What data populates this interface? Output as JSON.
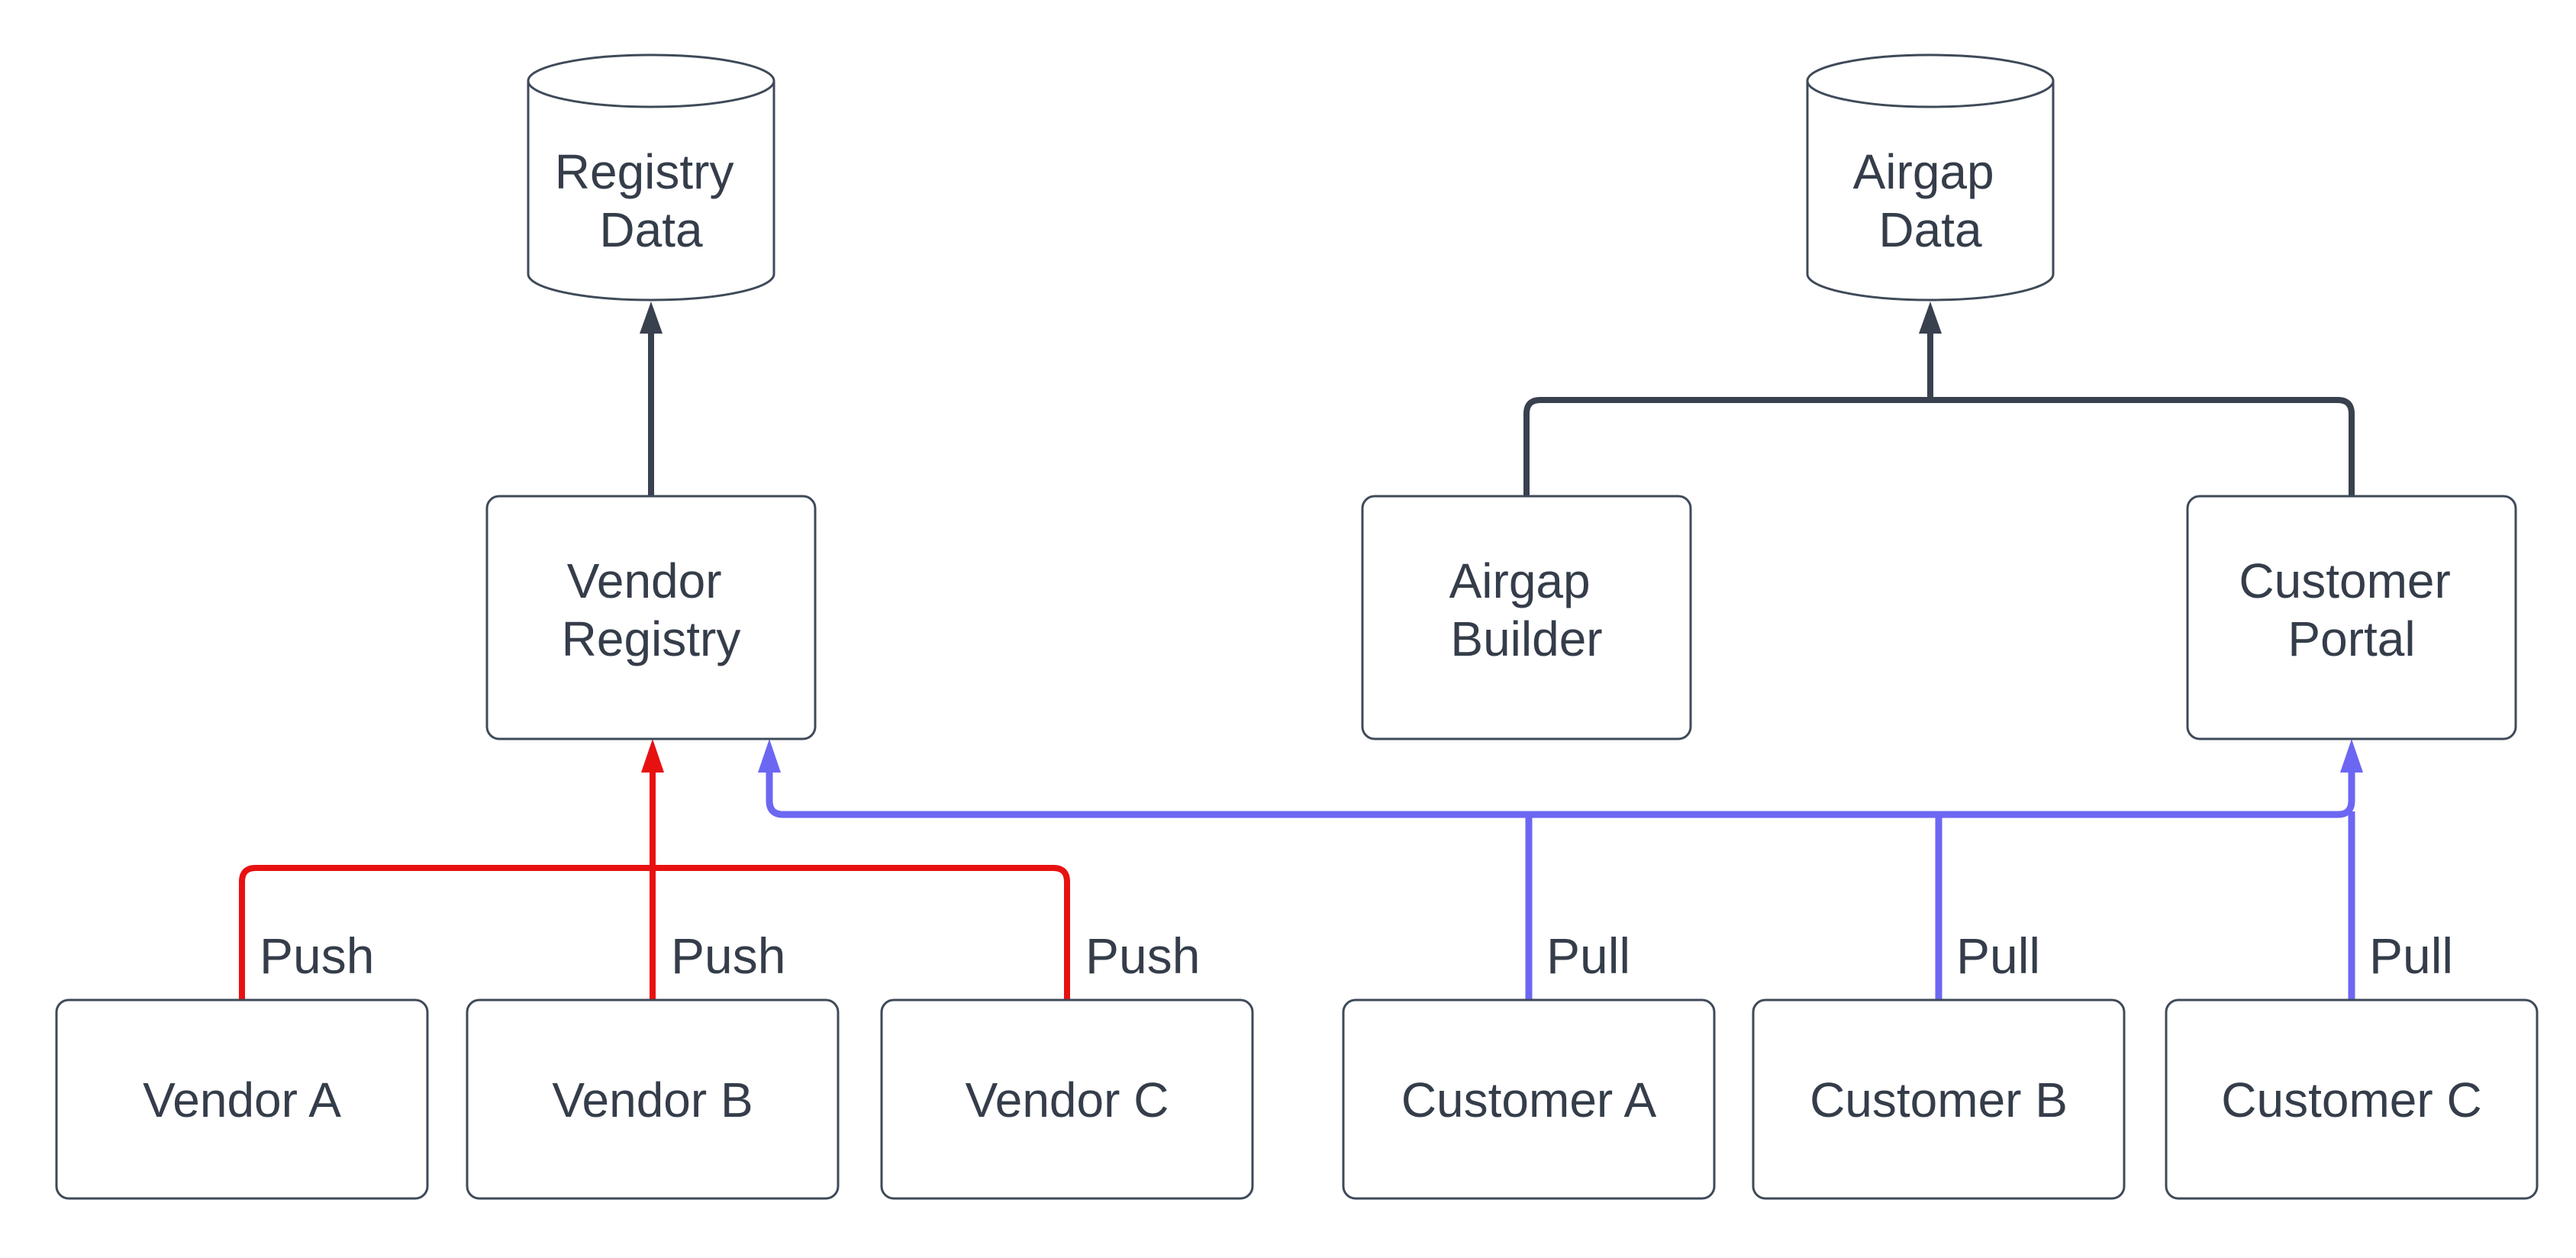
{
  "diagram_type": "flowchart",
  "colors": {
    "background": "#ffffff",
    "push-edge": "#e81111",
    "pull-edge": "#6c67f2",
    "flow-edge": "#39404e",
    "node-border": "#3f4a59",
    "text": "#353d4a"
  },
  "nodes": {
    "registry_data": {
      "shape": "cylinder",
      "line1": "Registry",
      "line2": "Data"
    },
    "airgap_data": {
      "shape": "cylinder",
      "line1": "Airgap",
      "line2": "Data"
    },
    "vendor_registry": {
      "shape": "rounded-rect",
      "line1": "Vendor",
      "line2": "Registry"
    },
    "airgap_builder": {
      "shape": "rounded-rect",
      "line1": "Airgap",
      "line2": "Builder"
    },
    "customer_portal": {
      "shape": "rounded-rect",
      "line1": "Customer",
      "line2": "Portal"
    },
    "vendor_a": {
      "shape": "rounded-rect",
      "label": "Vendor A"
    },
    "vendor_b": {
      "shape": "rounded-rect",
      "label": "Vendor B"
    },
    "vendor_c": {
      "shape": "rounded-rect",
      "label": "Vendor C"
    },
    "customer_a": {
      "shape": "rounded-rect",
      "label": "Customer A"
    },
    "customer_b": {
      "shape": "rounded-rect",
      "label": "Customer B"
    },
    "customer_c": {
      "shape": "rounded-rect",
      "label": "Customer C"
    }
  },
  "edges": {
    "push_labels": [
      "Push",
      "Push",
      "Push"
    ],
    "pull_labels": [
      "Pull",
      "Pull",
      "Pull"
    ],
    "relations": [
      "Vendor A -Push-> Vendor Registry",
      "Vendor B -Push-> Vendor Registry",
      "Vendor C -Push-> Vendor Registry",
      "Customer A -Pull-> Vendor Registry",
      "Customer B -Pull-> Vendor Registry",
      "Customer C -Pull-> Vendor Registry",
      "Customer A/B/C -Pull-> Customer Portal",
      "Vendor Registry -> Registry Data",
      "Airgap Builder -> Airgap Data",
      "Customer Portal -> Airgap Data"
    ]
  }
}
